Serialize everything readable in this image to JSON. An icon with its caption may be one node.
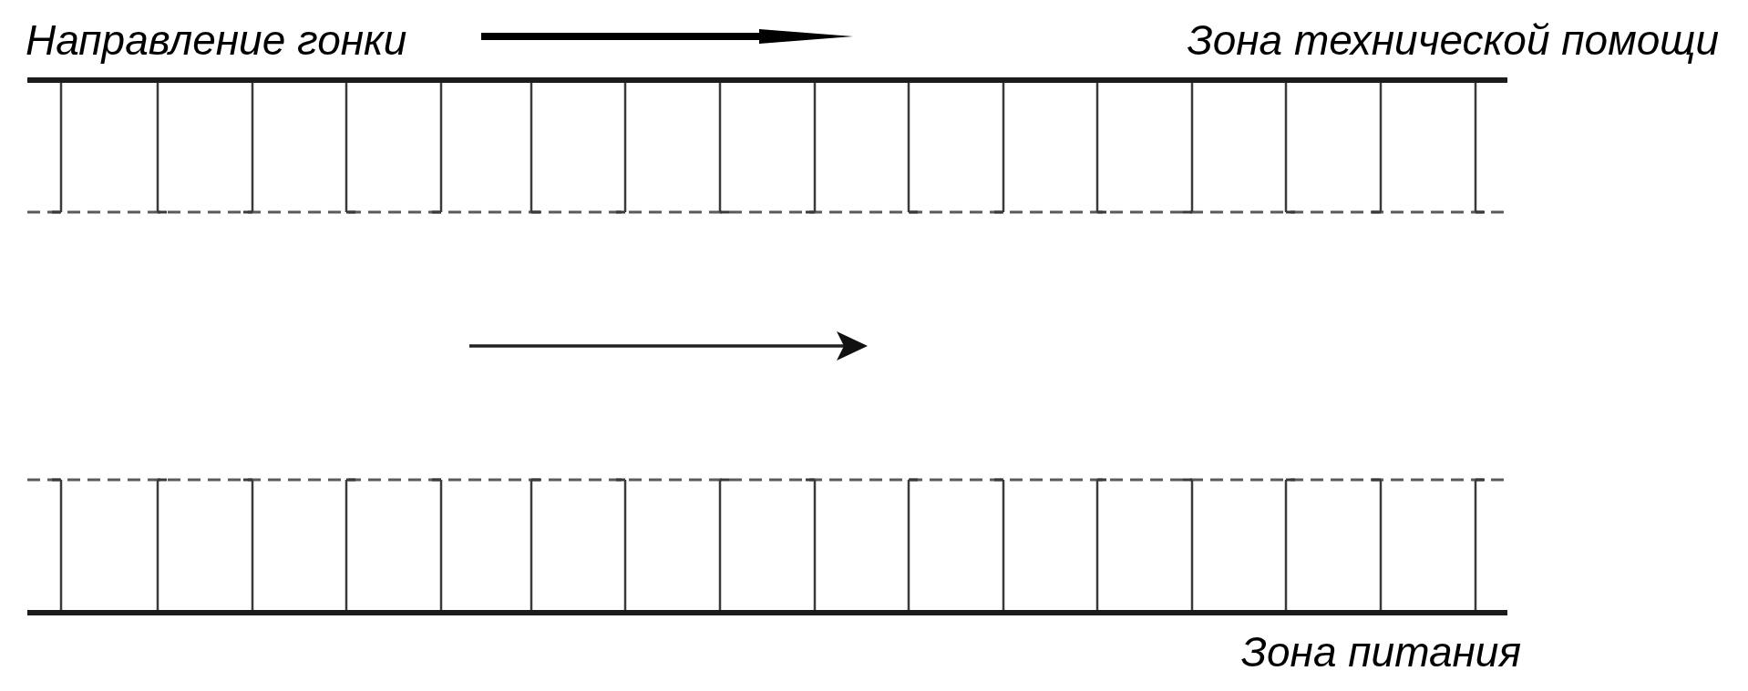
{
  "diagram": {
    "labels": [
      "Направление гонки",
      "Зона технической помощи",
      "Зона питания"
    ]
  }
}
